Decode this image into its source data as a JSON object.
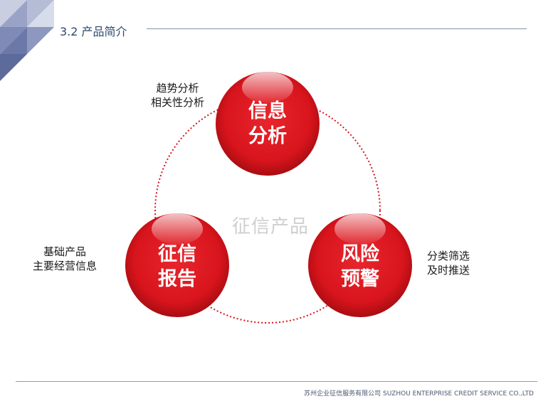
{
  "header": {
    "title": "3.2 产品简介"
  },
  "diagram": {
    "center_label": "征信产品",
    "nodes": [
      {
        "line1": "信息",
        "line2": "分析"
      },
      {
        "line1": "征信",
        "line2": "报告"
      },
      {
        "line1": "风险",
        "line2": "预警"
      }
    ],
    "notes": [
      {
        "line1": "趋势分析",
        "line2": "相关性分析"
      },
      {
        "line1": "基础产品",
        "line2": "主要经营信息"
      },
      {
        "line1": "分类筛选",
        "line2": "及时推送"
      }
    ]
  },
  "footer": {
    "company": "苏州企业征信服务有限公司  SUZHOU ENTERPRISE CREDIT SERVICE CO.,LTD"
  },
  "colors": {
    "node_red": "#d8141c",
    "node_dark": "#a80d12",
    "dotted_ring": "#d8141c",
    "corner_light": "#c9cfe0",
    "corner_mid": "#9aa3c7",
    "corner_dark": "#6c78a8"
  }
}
